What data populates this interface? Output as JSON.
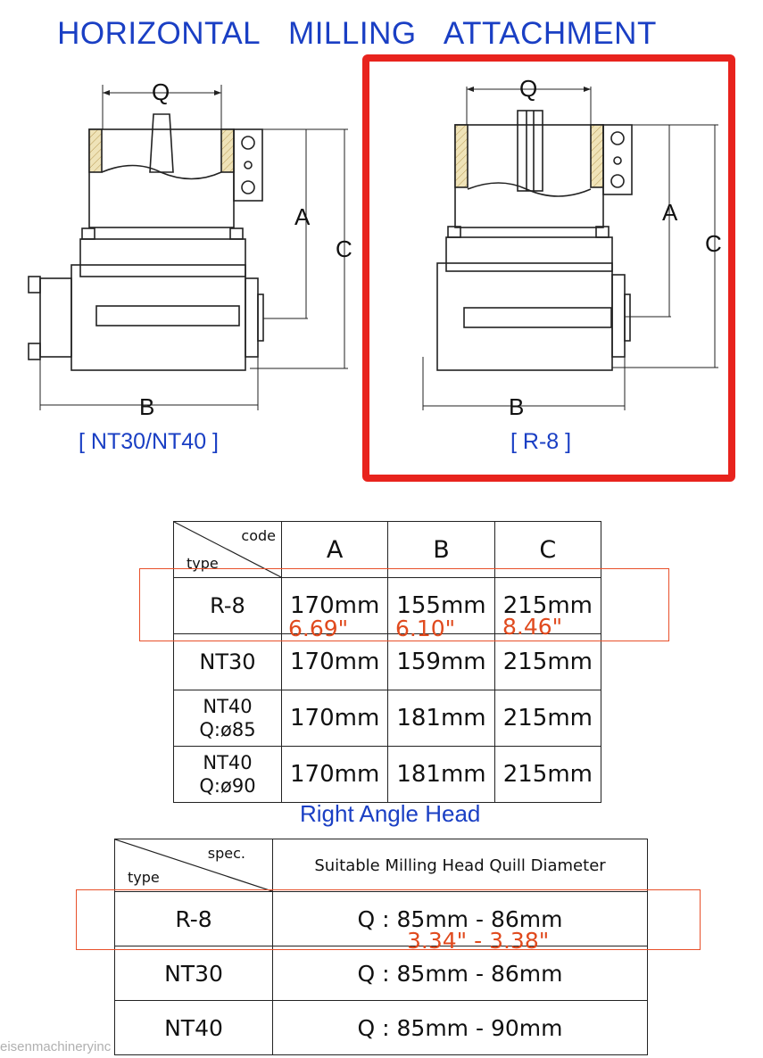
{
  "title": "HORIZONTAL   MILLING   ATTACHMENT",
  "drawings": [
    {
      "caption": "[ NT30/NT40 ]",
      "dim_labels": {
        "q": "Q",
        "a": "A",
        "b": "B",
        "c": "C"
      }
    },
    {
      "caption": "[ R-8 ]",
      "dim_labels": {
        "q": "Q",
        "a": "A",
        "b": "B",
        "c": "C"
      }
    }
  ],
  "dimension_table": {
    "corner_top": "code",
    "corner_bottom": "type",
    "columns": [
      "A",
      "B",
      "C"
    ],
    "rows": [
      {
        "type_line1": "R-8",
        "type_line2": "",
        "a": "170mm",
        "b": "155mm",
        "c": "215mm",
        "a_in": "6.69\"",
        "b_in": "6.10\"",
        "c_in": "8.46\""
      },
      {
        "type_line1": "NT30",
        "type_line2": "",
        "a": "170mm",
        "b": "159mm",
        "c": "215mm"
      },
      {
        "type_line1": "NT40",
        "type_line2": "Q:ø85",
        "a": "170mm",
        "b": "181mm",
        "c": "215mm"
      },
      {
        "type_line1": "NT40",
        "type_line2": "Q:ø90",
        "a": "170mm",
        "b": "181mm",
        "c": "215mm"
      }
    ]
  },
  "subtitle": "Right Angle Head",
  "quill_table": {
    "corner_top": "spec.",
    "corner_bottom": "type",
    "header": "Suitable Milling Head Quill Diameter",
    "rows": [
      {
        "type": "R-8",
        "value": "Q : 85mm - 86mm",
        "inch": "3.34\" - 3.38\""
      },
      {
        "type": "NT30",
        "value": "Q : 85mm - 86mm"
      },
      {
        "type": "NT40",
        "value": "Q : 85mm - 90mm"
      }
    ]
  },
  "watermark": "eisenmachineryinc",
  "colors": {
    "title_blue": "#1a3fc4",
    "highlight_red": "#e8231d",
    "inch_orange": "#e04a1e",
    "hatch": "#e9dcb0"
  }
}
